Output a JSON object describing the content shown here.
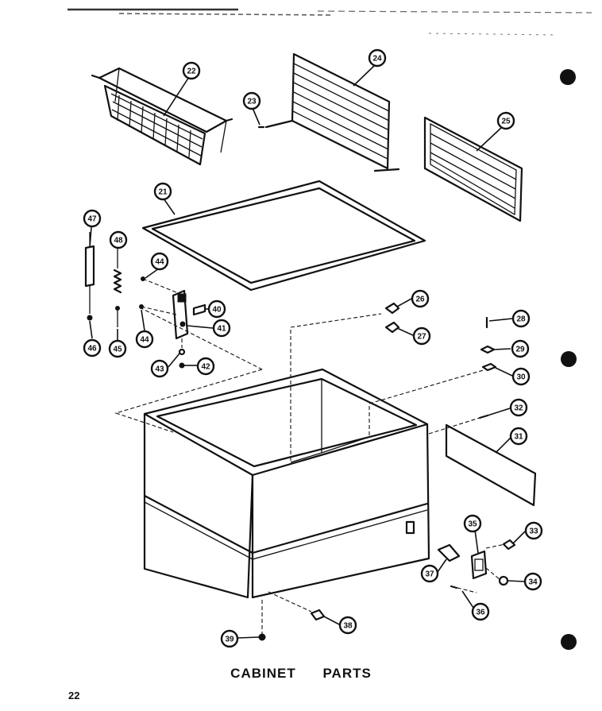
{
  "title": {
    "word1": "CABINET",
    "word2": "PARTS"
  },
  "page_number": "22",
  "callouts": [
    {
      "num": "21",
      "name": "callout-21"
    },
    {
      "num": "22",
      "name": "callout-22"
    },
    {
      "num": "23",
      "name": "callout-23"
    },
    {
      "num": "24",
      "name": "callout-24"
    },
    {
      "num": "25",
      "name": "callout-25"
    },
    {
      "num": "26",
      "name": "callout-26"
    },
    {
      "num": "27",
      "name": "callout-27"
    },
    {
      "num": "28",
      "name": "callout-28"
    },
    {
      "num": "29",
      "name": "callout-29"
    },
    {
      "num": "30",
      "name": "callout-30"
    },
    {
      "num": "31",
      "name": "callout-31"
    },
    {
      "num": "32",
      "name": "callout-32"
    },
    {
      "num": "33",
      "name": "callout-33"
    },
    {
      "num": "34",
      "name": "callout-34"
    },
    {
      "num": "35",
      "name": "callout-35"
    },
    {
      "num": "36",
      "name": "callout-36"
    },
    {
      "num": "37",
      "name": "callout-37"
    },
    {
      "num": "38",
      "name": "callout-38"
    },
    {
      "num": "39",
      "name": "callout-39"
    },
    {
      "num": "40",
      "name": "callout-40"
    },
    {
      "num": "41",
      "name": "callout-41"
    },
    {
      "num": "42",
      "name": "callout-42"
    },
    {
      "num": "43",
      "name": "callout-43"
    },
    {
      "num": "44",
      "name": "callout-44-upper"
    },
    {
      "num": "44",
      "name": "callout-44-lower"
    },
    {
      "num": "45",
      "name": "callout-45"
    },
    {
      "num": "46",
      "name": "callout-46"
    },
    {
      "num": "47",
      "name": "callout-47"
    },
    {
      "num": "48",
      "name": "callout-48"
    }
  ]
}
